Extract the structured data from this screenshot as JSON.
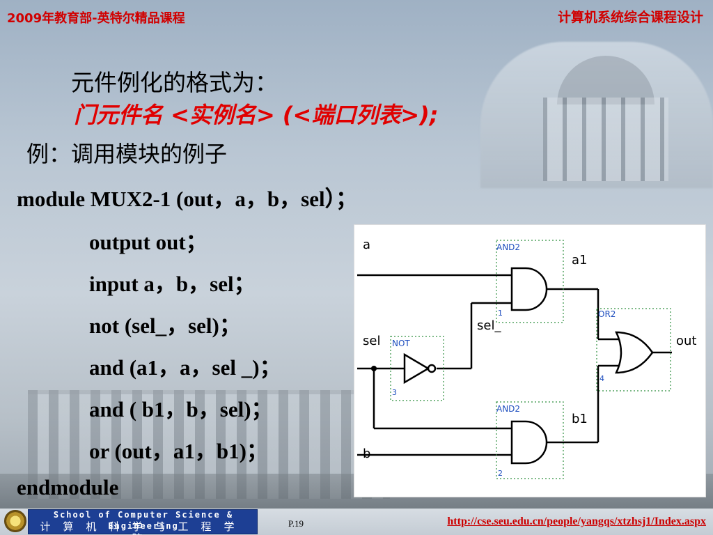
{
  "header": {
    "left": "2009年教育部-英特尔精品课程",
    "right": "计算机系统综合课程设计"
  },
  "title": "元件例化的格式为：",
  "format_line": "门元件名 <实例名>  (<端口列表>);",
  "example_heading": "例：调用模块的例子",
  "code": [
    "module  MUX2-1 (out，a，b，sel）；",
    "output  out；",
    "input  a，b，sel；",
    "not (sel_，sel)；",
    "and (a1，a，sel _)；",
    "and ( b1，b，sel)；",
    "or (out，a1，b1)；",
    "endmodule"
  ],
  "circuit": {
    "labels": {
      "a": "a",
      "b": "b",
      "sel": "sel",
      "sel_": "sel_",
      "a1": "a1",
      "b1": "b1",
      "out": "out",
      "and_top": "AND2",
      "and_bottom": "AND2",
      "or_gate": "OR2",
      "not_gate": "NOT",
      "pin1": "1",
      "pin2": "2",
      "pin3": "3",
      "pin4": "4"
    },
    "wire_color": "#000000",
    "box_color": "#2f8f3f",
    "label_color": "#1f4fbf"
  },
  "footer": {
    "school_en": "School of Computer Science & Engineering",
    "school_cn": "计算机科学与工程学院",
    "page": "P.19",
    "url": "http://cse.seu.edu.cn/people/yangqs/xtzhsj1/Index.aspx"
  }
}
